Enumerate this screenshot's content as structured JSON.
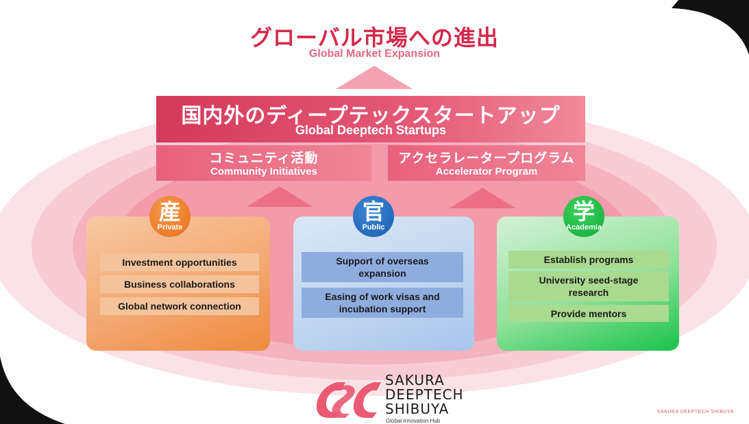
{
  "header": {
    "title_jp": "グローバル市場への進出",
    "title_en": "Global Market Expansion"
  },
  "banner": {
    "title_jp": "国内外のディープテックスタートアップ",
    "title_en": "Global Deeptech Startups"
  },
  "sub_banners": [
    {
      "jp": "コミュニティ活動",
      "en": "Community Initiatives"
    },
    {
      "jp": "アクセラレータープログラム",
      "en": "Accelerator Program"
    }
  ],
  "sectors": [
    {
      "kanji": "産",
      "label": "Private",
      "color": "#e8701e",
      "items": [
        "Investment opportunities",
        "Business collaborations",
        "Global network connection"
      ]
    },
    {
      "kanji": "官",
      "label": "Public",
      "color": "#1b5fae",
      "items": [
        "Support of overseas expansion",
        "Easing of work visas and incubation support"
      ]
    },
    {
      "kanji": "学",
      "label": "Academia",
      "color": "#14a93b",
      "items": [
        "Establish programs",
        "University seed-stage research",
        "Provide mentors"
      ]
    }
  ],
  "logo": {
    "line1": "SAKURA",
    "line2": "DEEPTECH",
    "line3": "SHIBUYA",
    "tagline": "Global Innovation Hub"
  },
  "footer": "SAKURA DEEPTECH SHIBUYA",
  "colors": {
    "accent": "#d42a4c",
    "pink_bg": "#f8d0d8"
  }
}
